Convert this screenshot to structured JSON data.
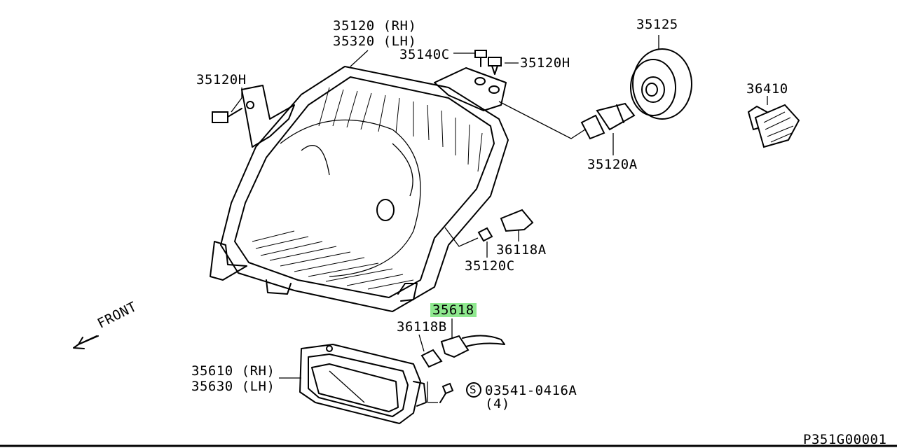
{
  "labels": {
    "headlamp_rh": "35120 (RH)",
    "headlamp_lh": "35320 (LH)",
    "bolt": "35140C",
    "clip_top": "35120H",
    "clip_left": "35120H",
    "cap": "35125",
    "bulb_main": "35120A",
    "side_lamp": "36410",
    "socket_a": "36118A",
    "bulb_small": "35120C",
    "socket_harness": "35618",
    "socket_b": "36118B",
    "fog_rh": "35610 (RH)",
    "fog_lh": "35630 (LH)",
    "screw_code": "03541-0416A",
    "screw_qty": "(4)",
    "screw_symbol": "S",
    "front": "FRONT",
    "diagram_id": "P351G00001"
  },
  "highlight": {
    "part": "35618",
    "color": "#8ee88e"
  }
}
